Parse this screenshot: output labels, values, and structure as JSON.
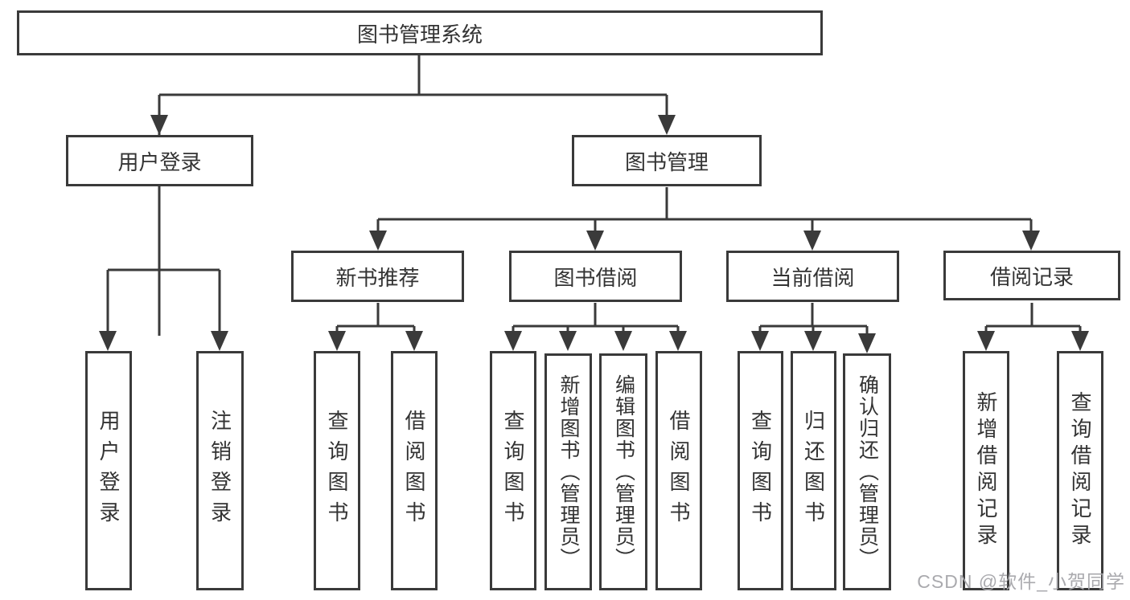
{
  "diagram": {
    "root": {
      "label": "图书管理系统"
    },
    "branches": [
      {
        "label": "用户登录",
        "children": [
          {
            "label": "用户登录"
          },
          {
            "label": "注销登录"
          }
        ]
      },
      {
        "label": "图书管理",
        "children": [
          {
            "label": "新书推荐",
            "children": [
              {
                "label": "查询图书"
              },
              {
                "label": "借阅图书"
              }
            ]
          },
          {
            "label": "图书借阅",
            "children": [
              {
                "label": "查询图书"
              },
              {
                "label": "新增图书（管理员）"
              },
              {
                "label": "编辑图书（管理员）"
              },
              {
                "label": "借阅图书"
              }
            ]
          },
          {
            "label": "当前借阅",
            "children": [
              {
                "label": "查询图书"
              },
              {
                "label": "归还图书"
              },
              {
                "label": "确认归还（管理员）"
              }
            ]
          },
          {
            "label": "借阅记录",
            "children": [
              {
                "label": "新增借阅记录"
              },
              {
                "label": "查询借阅记录"
              }
            ]
          }
        ]
      }
    ]
  },
  "watermark": "CSDN @软件_小贺同学",
  "colors": {
    "line": "#3a3a3a",
    "text": "#333333",
    "background": "#ffffff",
    "watermark": "#a5a5aa"
  }
}
